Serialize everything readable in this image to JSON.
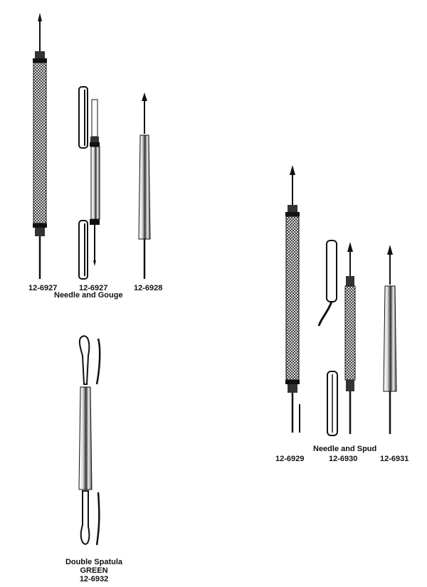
{
  "group_needle_gouge": {
    "codes": [
      "12-6927",
      "12-6927",
      "12-6928"
    ],
    "caption": "Needle and Gouge"
  },
  "group_needle_spud": {
    "caption": "Needle and Spud",
    "codes": [
      "12-6929",
      "12-6930",
      "12-6931"
    ]
  },
  "group_double_spatula": {
    "caption": "Double Spatula",
    "color": "GREEN",
    "code": "12-6932"
  }
}
